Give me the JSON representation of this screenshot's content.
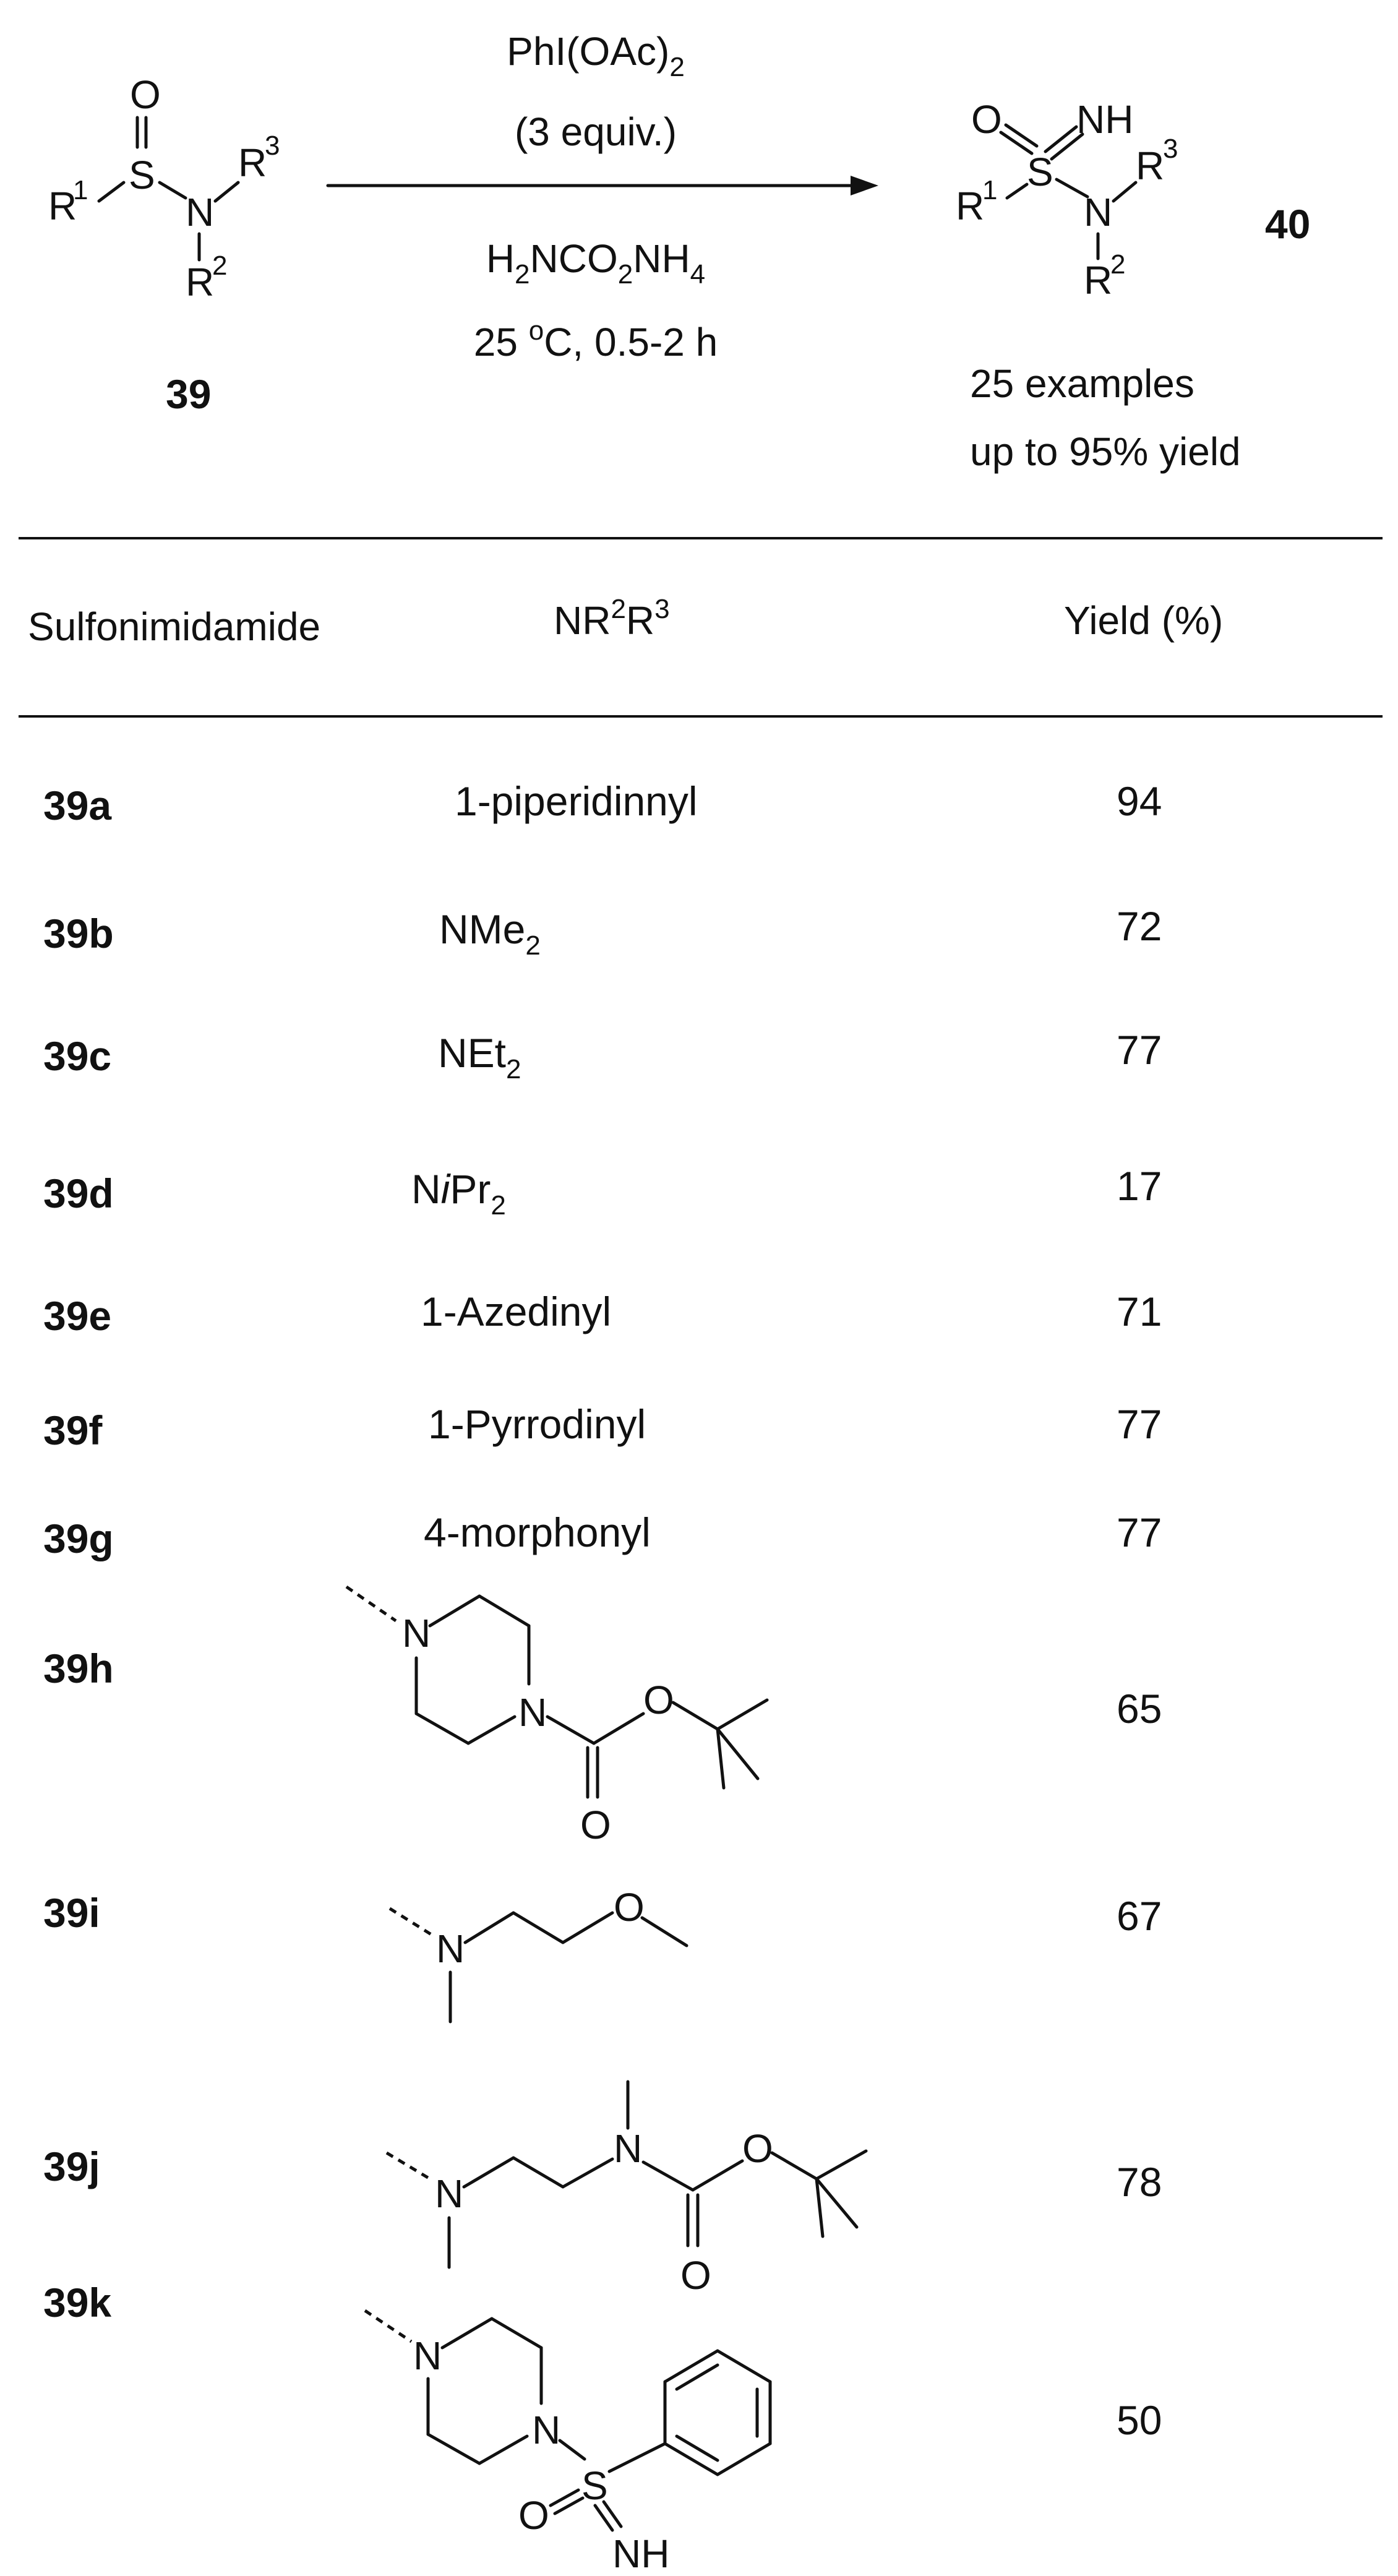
{
  "reaction": {
    "reagent": "PhI(OAc)2",
    "reagent_equiv": "(3 equiv.)",
    "ammonia_source": "H2NCO2NH4",
    "conditions": "25 oC, 0.5-2 h",
    "reactant_label": "39",
    "product_label": "40",
    "summary_examples": "25 examples",
    "summary_yield": "up to 95% yield"
  },
  "table": {
    "headers": [
      "Sulfonimidamide",
      "NR2R3",
      "Yield (%)"
    ],
    "rows": [
      {
        "compound": "39a",
        "amine": "1-piperidinnyl",
        "yield": "94"
      },
      {
        "compound": "39b",
        "amine": "NMe2",
        "yield": "72"
      },
      {
        "compound": "39c",
        "amine": "NEt2",
        "yield": "77"
      },
      {
        "compound": "39d",
        "amine": "NiPr2",
        "yield": "17"
      },
      {
        "compound": "39e",
        "amine": "1-Azedinyl",
        "yield": "71"
      },
      {
        "compound": "39f",
        "amine": "1-Pyrrodinyl",
        "yield": "77"
      },
      {
        "compound": "39g",
        "amine": "4-morphonyl",
        "yield": "77"
      },
      {
        "compound": "39h",
        "amine": "",
        "yield": "65"
      },
      {
        "compound": "39i",
        "amine": "",
        "yield": "67"
      },
      {
        "compound": "39j",
        "amine": "",
        "yield": "78"
      },
      {
        "compound": "39k",
        "amine": "",
        "yield": "50"
      }
    ]
  }
}
